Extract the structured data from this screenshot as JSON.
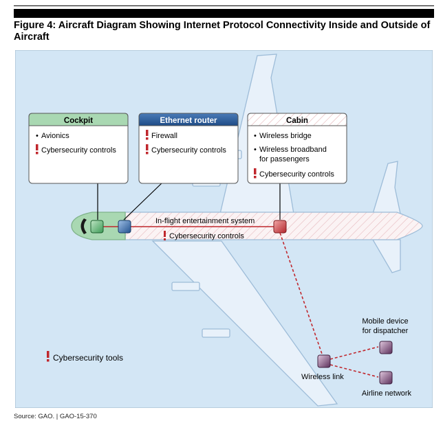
{
  "figure": {
    "title": "Figure 4: Aircraft Diagram Showing Internet Protocol Connectivity Inside and Outside of Aircraft",
    "source": "Source: GAO.  |  GAO-15-370"
  },
  "boxes": {
    "cockpit": {
      "title": "Cockpit",
      "items": [
        "Avionics"
      ],
      "control": "Cybersecurity controls"
    },
    "router": {
      "title": "Ethernet router",
      "control1": "Firewall",
      "control2": "Cybersecurity controls"
    },
    "cabin": {
      "title": "Cabin",
      "items": [
        "Wireless bridge",
        "Wireless broadband",
        "for passengers"
      ],
      "control": "Cybersecurity controls"
    }
  },
  "fuselage": {
    "label": "In-flight entertainment system",
    "control": "Cybersecurity controls"
  },
  "wireless": {
    "link_label": "Wireless link",
    "mobile_label_1": "Mobile device",
    "mobile_label_2": "for dispatcher",
    "airline_label": "Airline network"
  },
  "legend": {
    "label": "Cybersecurity tools"
  },
  "colors": {
    "background": "#d3e6f5",
    "plane_body": "#e8f1fa",
    "plane_outline": "#9dbcd8",
    "cockpit_green": "#a9d8b2",
    "router_blue": "#2b5c97",
    "red": "#c0272d",
    "device_purple": "#8a5a86"
  }
}
